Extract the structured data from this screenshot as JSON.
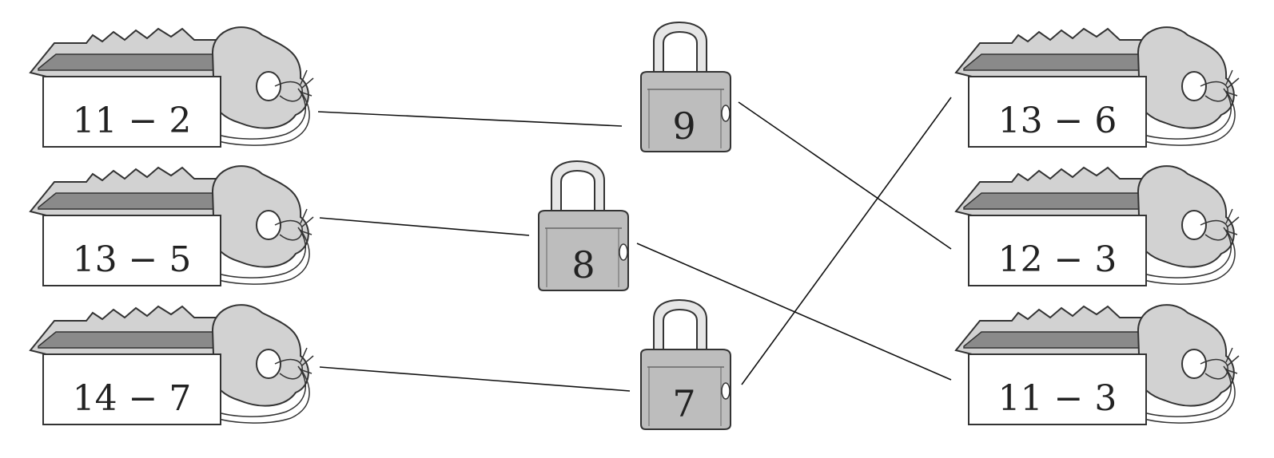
{
  "left_keys": [
    {
      "expr": "11 − 2"
    },
    {
      "expr": "13 − 5"
    },
    {
      "expr": "14 − 7"
    }
  ],
  "locks": [
    {
      "value": "9"
    },
    {
      "value": "8"
    },
    {
      "value": "7"
    }
  ],
  "right_keys": [
    {
      "expr": "13 − 6"
    },
    {
      "expr": "12 − 3"
    },
    {
      "expr": "11 − 3"
    }
  ],
  "colors": {
    "key_metal": "#d2d2d2",
    "key_stripe": "#8a8a8a",
    "lock_body": "#bdbdbd",
    "shackle": "#e6e6e6",
    "outline": "#333333",
    "line": "#111111"
  }
}
